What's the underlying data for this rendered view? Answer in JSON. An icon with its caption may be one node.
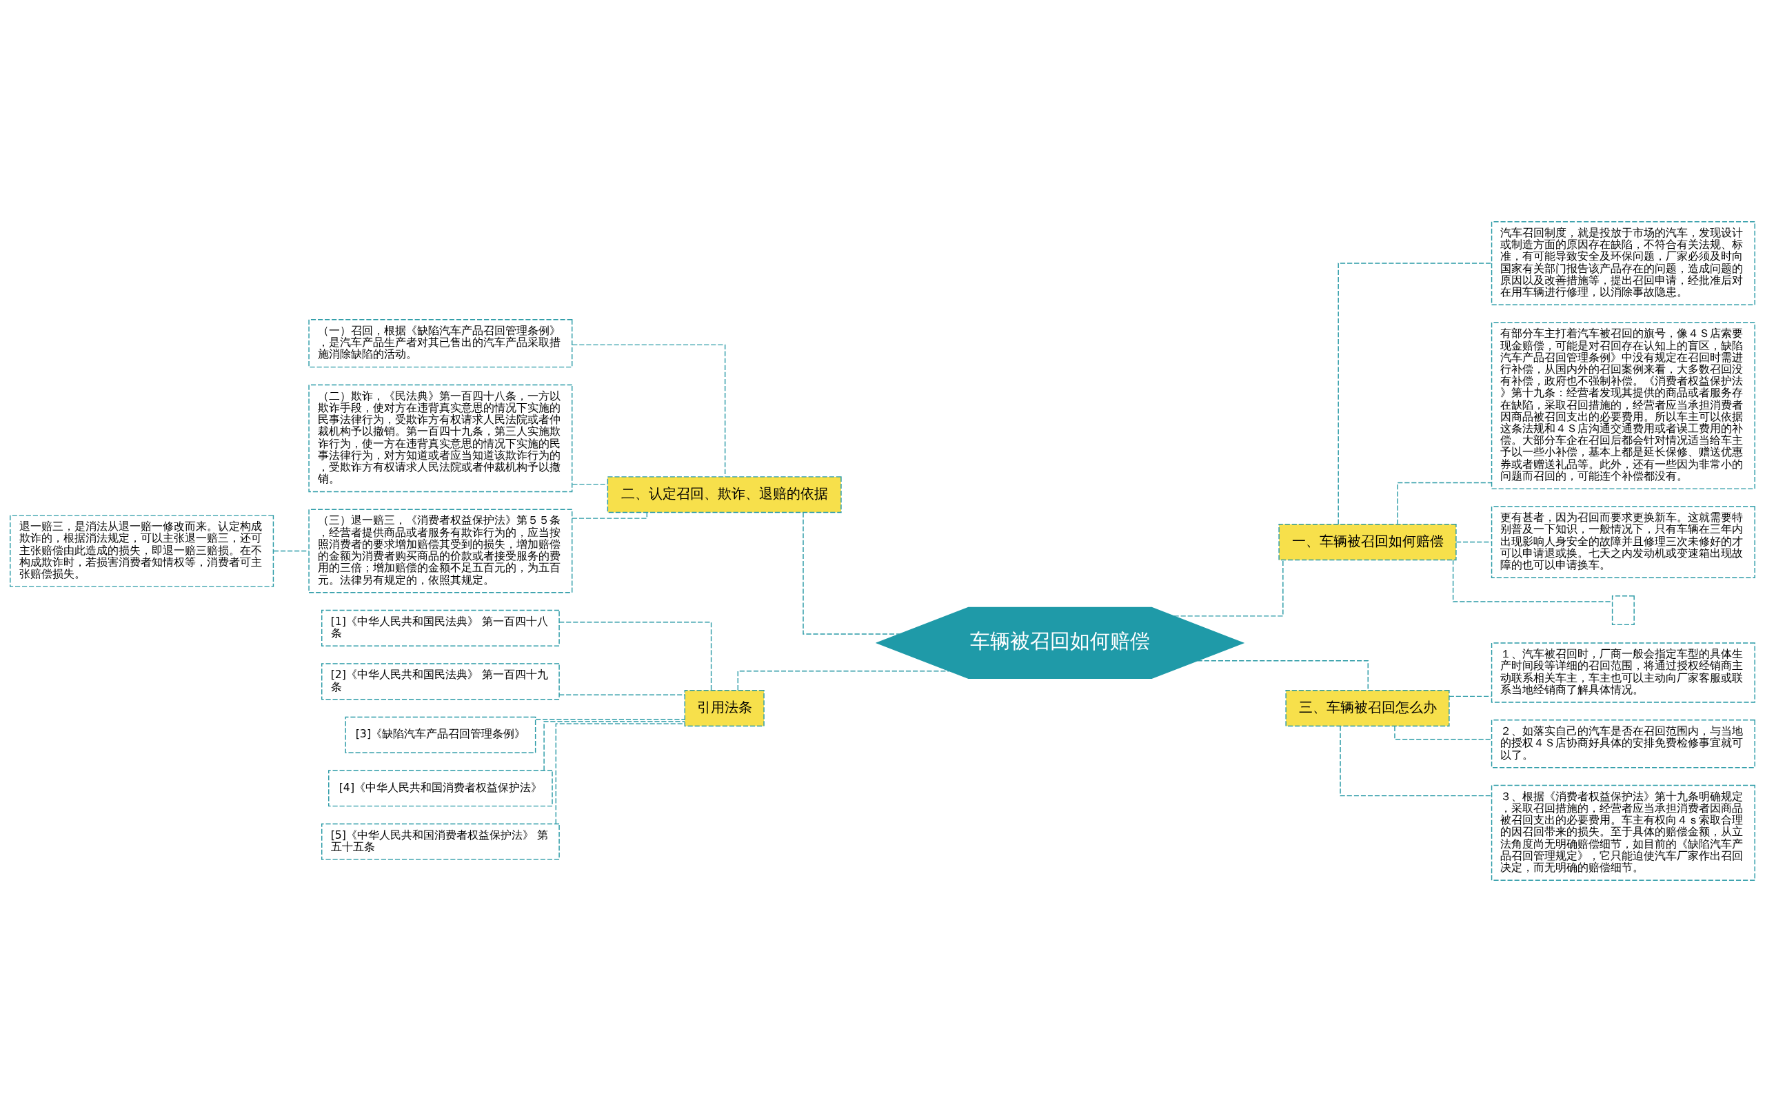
{
  "diagram": {
    "nodes": [
      {
        "text": [
          "车辆被召回如何赔偿"
        ]
      },
      {
        "text": [
          "一、车辆被召回如何赔偿"
        ]
      },
      {
        "text": [
          "汽车召回制度，就是投放于市场的汽车，发现设计或制造方面的原因存在缺陷，不符合有关法规、标准，有可能导致安全及环保问题，厂家必须及时向国家有关部门报告该产品存在的问题，造成问题的原因以及改善措施等，提出召回申请，经批准后对在用车辆进行修理，以消除事故隐患。"
        ]
      },
      {
        "text": [
          "有部分车主打着汽车被召回的旗号，像４Ｓ店索要现金赔偿，可能是对召回存在认知上的盲区，缺陷汽车产品召回管理条例》中没有规定在召回时需进行补偿，从国内外的召回案例来看，大多数召回没有补偿，政府也不强制补偿。《消费者权益保护法》第十九条：经营者发现其提供的商品或者服务存在缺陷，采取召回措施的，经营者应当承担消费者因商品被召回支出的必要费用。所以车主可以依据这条法规和４Ｓ店沟通交通费用或者误工费用的补偿。大部分车企在召回后都会针对情况适当给车主予以一些小补偿，基本上都是延长保修、赠送优惠券或者赠送礼品等。此外，还有一些因为非常小的问题而召回的，可能连个补偿都没有。"
        ]
      },
      {
        "text": [
          "更有甚者，因为召回而要求更换新车。这就需要特别普及一下知识，一般情况下，只有车辆在三年内出现影响人身安全的故障并且修理三次未修好的才可以申请退或换。七天之内发动机或变速箱出现故障的也可以申请换车。"
        ]
      },
      {
        "text": [],
        "shape": "box"
      },
      {
        "text": [
          "三、车辆被召回怎么办"
        ]
      },
      {
        "text": [
          "１、汽车被召回时，厂商一般会指定车型的具体生产时间段等详细的召回范围，将通过授权经销商主动联系相关车主，车主也可以主动向厂家客服或联系当地经销商了解具体情况。"
        ]
      },
      {
        "text": [
          "２、如落实自己的汽车是否在召回范围内，与当地的授权４Ｓ店协商好具体的安排免费检修事宜就可以了。"
        ]
      },
      {
        "text": [
          "３、根据《消费者权益保护法》第十九条明确规定，采取召回措施的，经营者应当承担消费者因商品被召回支出的必要费用。车主有权向４ｓ索取合理的因召回带来的损失。至于具体的赔偿金额，从立法角度尚无明确赔偿细节，如目前的《缺陷汽车产品召回管理规定》，它只能迫使汽车厂家作出召回决定，而无明确的赔偿细节。"
        ]
      },
      {
        "text": [
          "二、认定召回、欺诈、退赔的依据"
        ]
      },
      {
        "text": [
          "（一）召回，根据《缺陷汽车产品召回管理条例》，是汽车产品生产者对其已售出的汽车产品采取措施消除缺陷的活动。"
        ]
      },
      {
        "text": [
          "（二）欺诈，《民法典》第一百四十八条，一方以欺诈手段，使对方在违背真实意思的情况下实施的民事法律行为，受欺诈方有权请求人民法院或者仲裁机构予以撤销。第一百四十九条，第三人实施欺诈行为，使一方在违背真实意思的情况下实施的民事法律行为，对方知道或者应当知道该欺诈行为的，受欺诈方有权请求人民法院或者仲裁机构予以撤销。"
        ]
      },
      {
        "text": [
          "（三）退一赔三，《消费者权益保护法》第５５条，经营者提供商品或者服务有欺诈行为的，应当按照消费者的要求增加赔偿其受到的损失，增加赔偿的金额为消费者购买商品的价款或者接受服务的费用的三倍；增加赔偿的金额不足五百元的，为五百元。法律另有规定的，依照其规定。"
        ]
      },
      {
        "text": [
          "退一赔三，是消法从退一赔一修改而来。认定构成欺诈的，根据消法规定，可以主张退一赔三，还可主张赔偿由此造成的损失，即退一赔三赔损。在不构成欺诈时，若损害消费者知情权等，消费者可主张赔偿损失。"
        ]
      },
      {
        "text": [
          "引用法条"
        ]
      },
      {
        "text": [
          "[1]《中华人民共和国民法典》 第一百四十八条"
        ]
      },
      {
        "text": [
          "[2]《中华人民共和国民法典》 第一百四十九条"
        ]
      },
      {
        "text": [
          "[3]《缺陷汽车产品召回管理条例》"
        ]
      },
      {
        "text": [
          "[4]《中华人民共和国消费者权益保护法》"
        ]
      },
      {
        "text": [
          "[5]《中华人民共和国消费者权益保护法》 第五十五条"
        ]
      }
    ],
    "edges": [
      {
        "from": 0,
        "to": 1,
        "arrow": "none"
      },
      {
        "from": 1,
        "to": 2,
        "arrow": "none"
      },
      {
        "from": 1,
        "to": 3,
        "arrow": "none"
      },
      {
        "from": 1,
        "to": 4,
        "arrow": "none"
      },
      {
        "from": 1,
        "to": 5,
        "arrow": "none"
      },
      {
        "from": 0,
        "to": 6,
        "arrow": "none"
      },
      {
        "from": 6,
        "to": 7,
        "arrow": "none"
      },
      {
        "from": 6,
        "to": 8,
        "arrow": "none"
      },
      {
        "from": 6,
        "to": 9,
        "arrow": "none"
      },
      {
        "from": 0,
        "to": 10,
        "arrow": "none"
      },
      {
        "from": 10,
        "to": 11,
        "arrow": "none"
      },
      {
        "from": 10,
        "to": 12,
        "arrow": "none"
      },
      {
        "from": 10,
        "to": 13,
        "arrow": "none"
      },
      {
        "from": 13,
        "to": 14,
        "arrow": "none"
      },
      {
        "from": 0,
        "to": 15,
        "arrow": "none"
      },
      {
        "from": 15,
        "to": 16,
        "arrow": "none"
      },
      {
        "from": 15,
        "to": 17,
        "arrow": "none"
      },
      {
        "from": 15,
        "to": 18,
        "arrow": "none"
      },
      {
        "from": 15,
        "to": 19,
        "arrow": "none"
      },
      {
        "from": 15,
        "to": 20,
        "arrow": "none"
      }
    ]
  }
}
